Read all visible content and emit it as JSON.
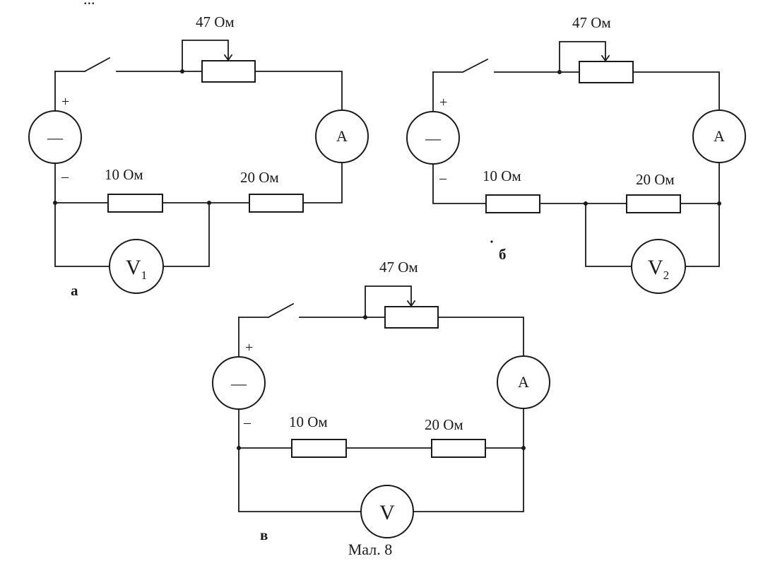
{
  "header_fragment": "...",
  "labels": {
    "rheostat": "47 Ом",
    "r1": "10 Ом",
    "r2": "20 Ом",
    "plus": "+",
    "minus": "–",
    "source_symbol": "—",
    "ammeter": "A"
  },
  "voltmeters": {
    "a": {
      "letter": "V",
      "index": "1"
    },
    "b": {
      "letter": "V",
      "index": "2"
    },
    "c": {
      "letter": "V",
      "index": ""
    }
  },
  "captions": {
    "a": "а",
    "b": "б",
    "c": "в"
  },
  "figure_caption": "Мал. 8"
}
